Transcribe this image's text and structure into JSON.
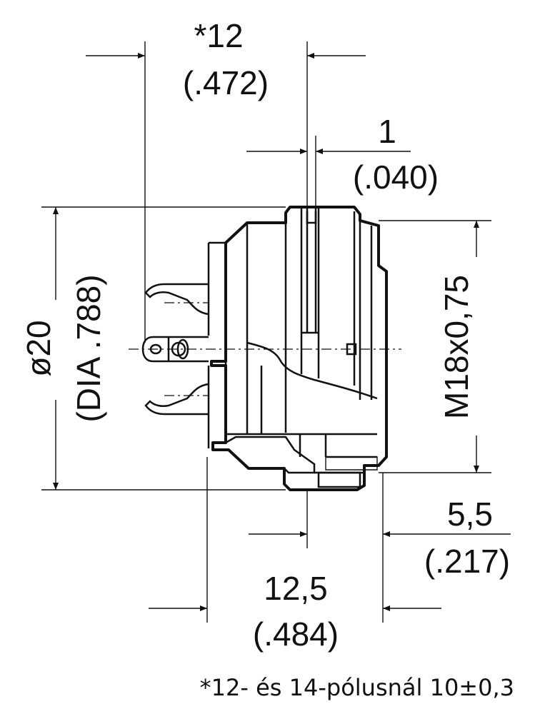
{
  "dimensions": {
    "top_width_mm": "*12",
    "top_width_in": "(.472)",
    "gap_mm": "1",
    "gap_in": "(.040)",
    "diameter_mm": "ø20",
    "diameter_in": "(DIA .788)",
    "thread": "M18x0,75",
    "depth_mm": "5,5",
    "depth_in": "(.217)",
    "length_mm": "12,5",
    "length_in": "(.484)"
  },
  "footnote": "*12- és 14-pólusnál 10±0,3"
}
